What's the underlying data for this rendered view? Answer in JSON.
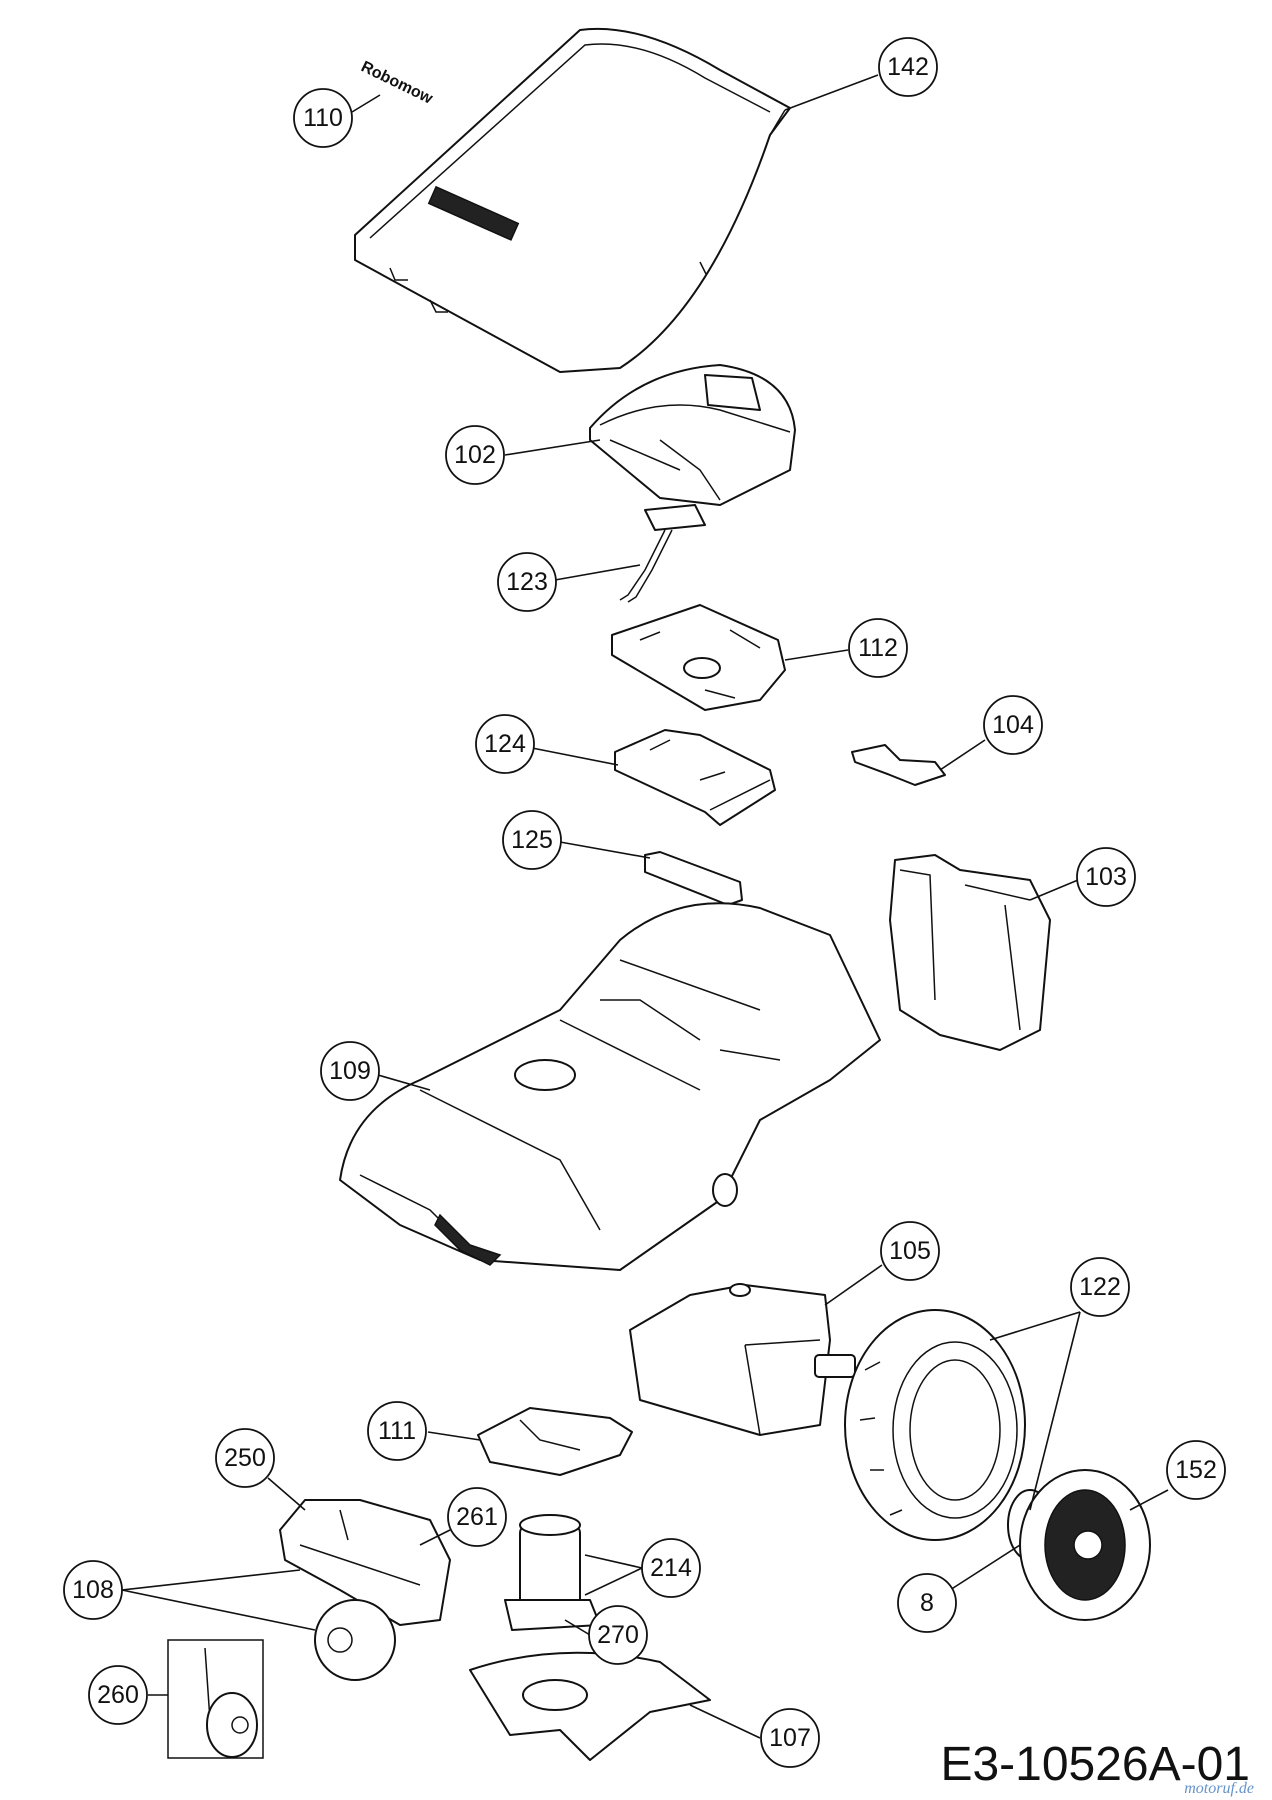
{
  "diagram": {
    "logo_text": "Robomow",
    "document_code": "E3-10526A-01",
    "watermark": "motoruf.de",
    "callouts": [
      {
        "id": "c142",
        "label": "142"
      },
      {
        "id": "c110",
        "label": "110"
      },
      {
        "id": "c102",
        "label": "102"
      },
      {
        "id": "c123",
        "label": "123"
      },
      {
        "id": "c112",
        "label": "112"
      },
      {
        "id": "c124",
        "label": "124"
      },
      {
        "id": "c104",
        "label": "104"
      },
      {
        "id": "c125",
        "label": "125"
      },
      {
        "id": "c103",
        "label": "103"
      },
      {
        "id": "c109",
        "label": "109"
      },
      {
        "id": "c105",
        "label": "105"
      },
      {
        "id": "c122",
        "label": "122"
      },
      {
        "id": "c111",
        "label": "111"
      },
      {
        "id": "c250",
        "label": "250"
      },
      {
        "id": "c261",
        "label": "261"
      },
      {
        "id": "c152",
        "label": "152"
      },
      {
        "id": "c214",
        "label": "214"
      },
      {
        "id": "c108",
        "label": "108"
      },
      {
        "id": "c8",
        "label": "8"
      },
      {
        "id": "c270",
        "label": "270"
      },
      {
        "id": "c260",
        "label": "260"
      },
      {
        "id": "c107",
        "label": "107"
      }
    ]
  }
}
